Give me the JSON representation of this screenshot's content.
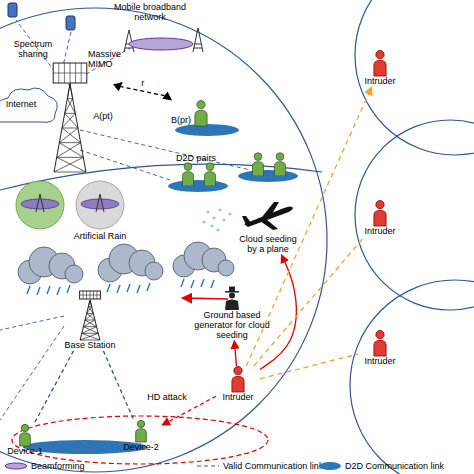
{
  "diagram": {
    "nodes": [
      {
        "text": [
          "A(pt)"
        ]
      },
      {
        "text": [
          "B(pr)"
        ]
      },
      {
        "text": [
          "Cloud seeding by a plane"
        ]
      },
      {
        "text": [
          "Ground based generator for cloud seeding"
        ]
      },
      {
        "text": [
          "Base Station"
        ]
      },
      {
        "text": [
          "Intruder"
        ]
      },
      {
        "text": [
          "Device-1"
        ]
      },
      {
        "text": [
          "Device-2"
        ]
      },
      {
        "text": [
          "Intruder"
        ]
      },
      {
        "text": [
          "Intruder"
        ]
      },
      {
        "text": [
          "Intruder"
        ]
      }
    ],
    "edges": [
      {
        "from": 0,
        "to": 1,
        "label": "r",
        "arrow": "both"
      },
      {
        "from": 4,
        "to": 6,
        "arrow": "none"
      },
      {
        "from": 4,
        "to": 7,
        "arrow": "none"
      },
      {
        "from": 5,
        "to": 7,
        "label": "HD attack",
        "arrow": "to"
      },
      {
        "from": 5,
        "to": 2,
        "arrow": "to"
      },
      {
        "from": 5,
        "to": 3,
        "arrow": "to"
      },
      {
        "from": 5,
        "to": 8,
        "arrow": "to"
      },
      {
        "from": 5,
        "to": 9,
        "arrow": "none"
      },
      {
        "from": 5,
        "to": 10,
        "arrow": "none"
      }
    ],
    "labels": [
      "Mobile broadband network",
      "Spectrum sharing",
      "Massive MIMO",
      "Internet",
      "D2D pairs",
      "Artificial Rain"
    ],
    "legend": [
      {
        "text": "Beamforming"
      },
      {
        "text": "Valid Communication link"
      },
      {
        "text": "D2D Communication link",
        "color": "#2e75b6"
      }
    ]
  }
}
